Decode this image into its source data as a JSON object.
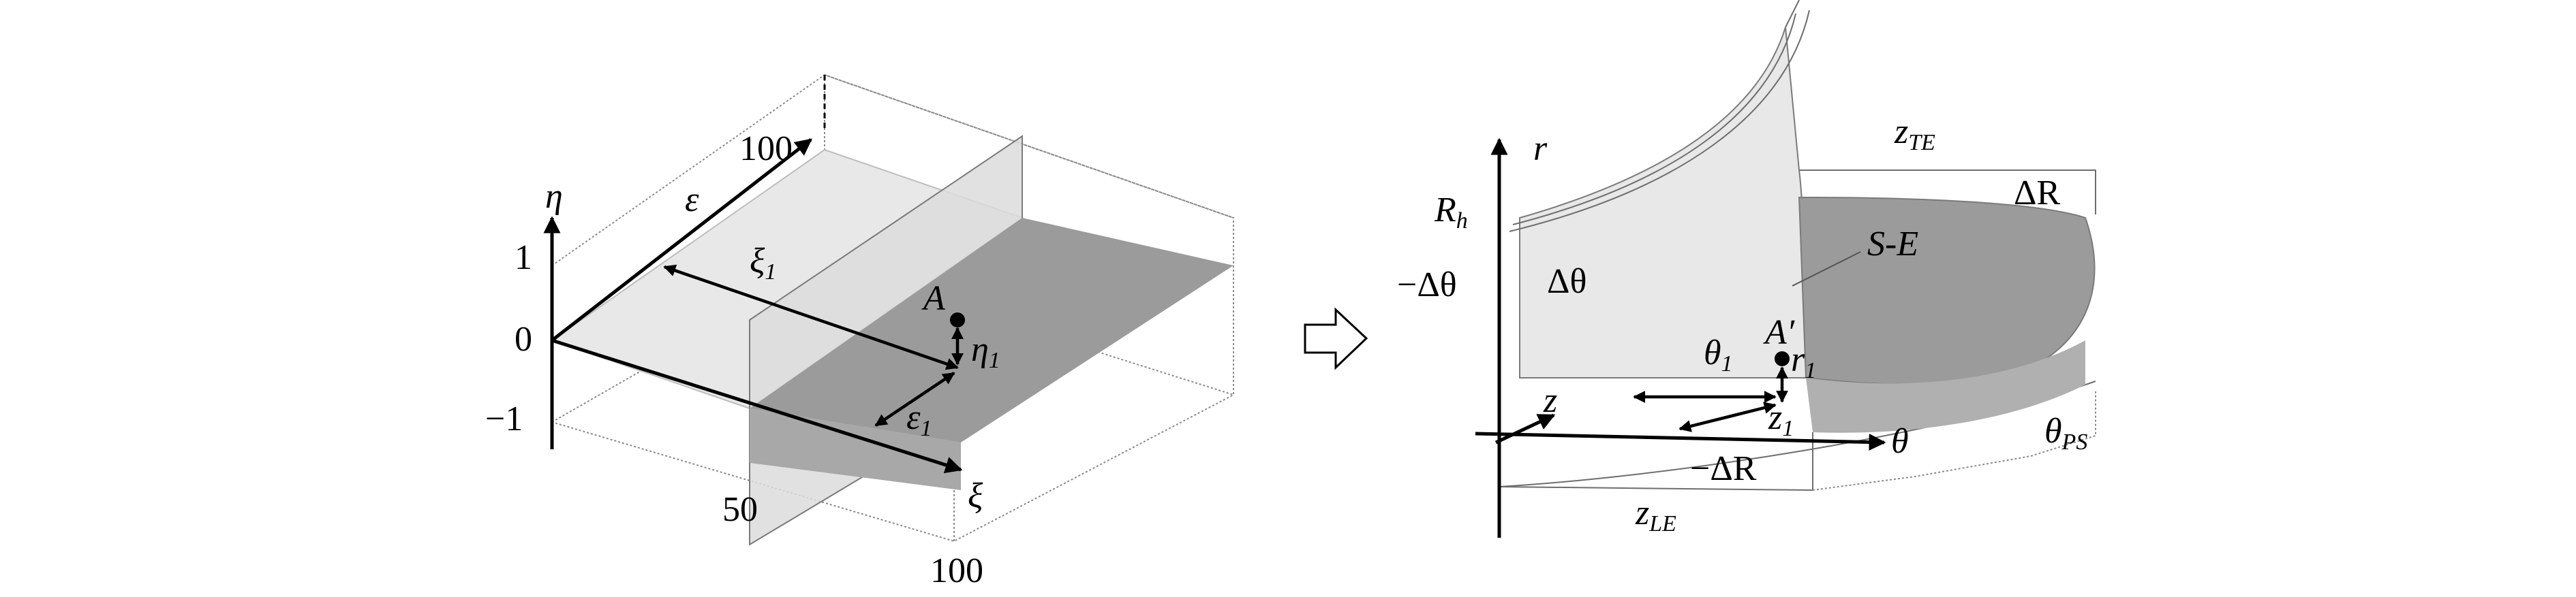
{
  "left_panel": {
    "eta_axis": "η",
    "eta_ticks": [
      "1",
      "0",
      "−1"
    ],
    "epsilon_axis": "ε",
    "epsilon_tick": "100",
    "xi_axis": "ξ",
    "xi_ticks": [
      "50",
      "100"
    ],
    "xi1": {
      "main": "ξ",
      "sub": "1"
    },
    "point_A": "A",
    "eta1": {
      "main": "η",
      "sub": "1"
    },
    "epsilon1": {
      "main": "ε",
      "sub": "1"
    }
  },
  "transform_arrow": "⇨",
  "right_panel": {
    "r_axis": "r",
    "theta_axis": "θ",
    "z_axis": "z",
    "Rh": {
      "main": "R",
      "sub": "h"
    },
    "minus_delta_theta": "−Δθ",
    "delta_theta": "Δθ",
    "zTE": {
      "main": "z",
      "sub": "TE"
    },
    "delta_R": "ΔR",
    "SE": "S-E",
    "A_prime": "A′",
    "theta1": {
      "main": "θ",
      "sub": "1"
    },
    "r1": {
      "main": "r",
      "sub": "1"
    },
    "z1": {
      "main": "z",
      "sub": "1"
    },
    "minus_delta_R": "−ΔR",
    "zLE": {
      "main": "z",
      "sub": "LE"
    },
    "thetaPS": {
      "main": "θ",
      "sub": "PS"
    }
  },
  "colors": {
    "light_surface": "#e4e4e4",
    "dark_surface": "#9d9d9d",
    "box_edge": "#8a8a8a",
    "ink": "#000000"
  }
}
